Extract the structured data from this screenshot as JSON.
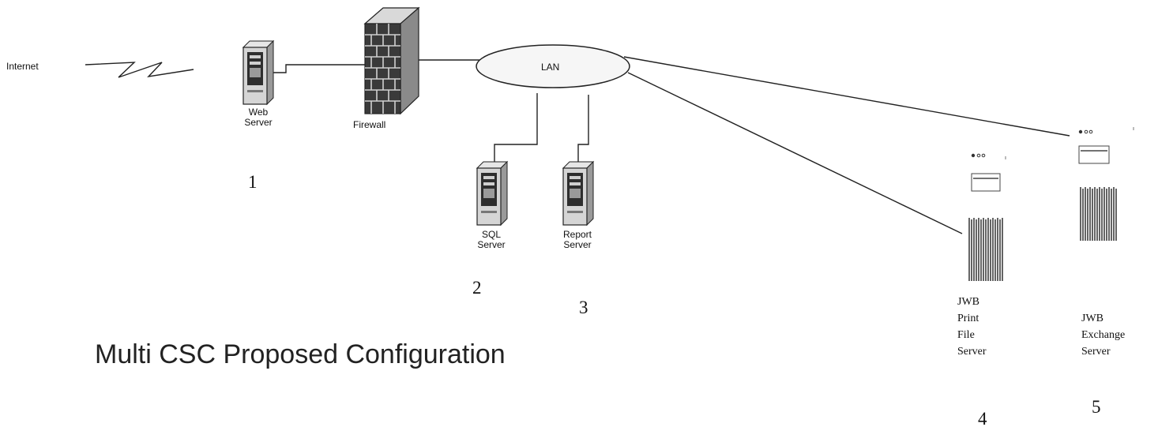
{
  "diagram": {
    "title": "Multi CSC Proposed Configuration",
    "nodes": {
      "internet": {
        "label": "Internet"
      },
      "web_server": {
        "label_line1": "Web",
        "label_line2": "Server",
        "number": "1"
      },
      "firewall": {
        "label": "Firewall"
      },
      "lan": {
        "label": "LAN"
      },
      "sql_server": {
        "label_line1": "SQL",
        "label_line2": "Server",
        "number": "2"
      },
      "report_server": {
        "label_line1": "Report",
        "label_line2": "Server",
        "number": "3"
      },
      "print_file_server": {
        "label_lines": [
          "JWB",
          "Print",
          "File",
          "Server"
        ],
        "number": "4"
      },
      "exchange_server": {
        "label_lines": [
          "JWB",
          "Exchange",
          "Server"
        ],
        "number": "5"
      }
    },
    "icons": {
      "internet_link": "lightning-icon",
      "server": "server-tower-icon",
      "firewall": "brick-wall-icon",
      "lan": "ellipse-cloud-icon",
      "print_server": "rack-server-icon",
      "exchange_server": "rack-server-icon"
    }
  }
}
